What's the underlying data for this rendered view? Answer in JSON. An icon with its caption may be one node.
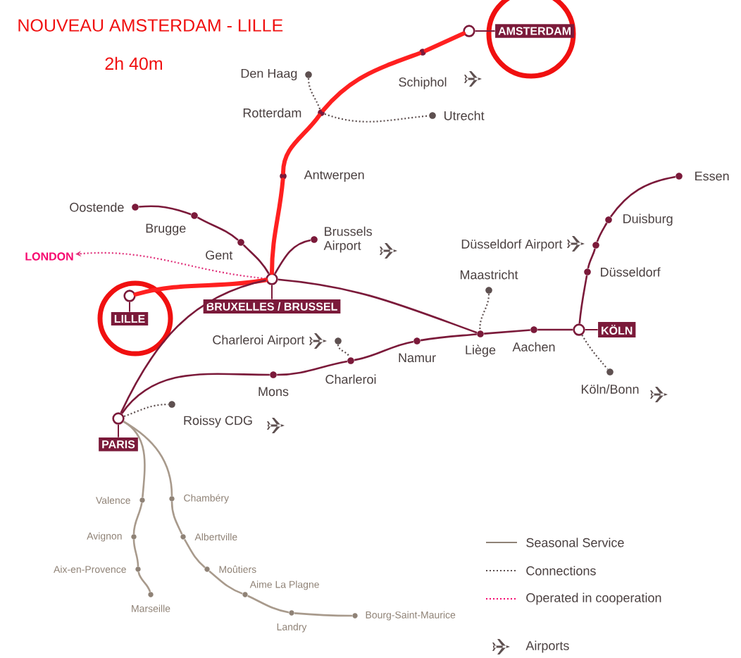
{
  "diagram": {
    "title": "NOUVEAU AMSTERDAM - LILLE",
    "nodes": [
      {
        "text": [
          "AMSTERDAM"
        ]
      },
      {
        "text": [
          "Schiphol"
        ]
      },
      {
        "text": [
          "Den Haag"
        ]
      },
      {
        "text": [
          "Rotterdam"
        ]
      },
      {
        "text": [
          "Utrecht"
        ]
      },
      {
        "text": [
          "Antwerpen"
        ]
      },
      {
        "text": [
          "Oostende"
        ]
      },
      {
        "text": [
          "Brugge"
        ]
      },
      {
        "text": [
          "Gent"
        ]
      },
      {
        "text": [
          "Brussels Airport"
        ]
      },
      {
        "text": [
          "BRUXELLES / BRUSSEL"
        ]
      },
      {
        "text": [
          "LONDON"
        ]
      },
      {
        "text": [
          "LILLE"
        ]
      },
      {
        "text": [
          "PARIS"
        ]
      },
      {
        "text": [
          "Roissy CDG"
        ]
      },
      {
        "text": [
          "Charleroi Airport"
        ]
      },
      {
        "text": [
          "Mons"
        ]
      },
      {
        "text": [
          "Charleroi"
        ]
      },
      {
        "text": [
          "Namur"
        ]
      },
      {
        "text": [
          "Liège"
        ]
      },
      {
        "text": [
          "Maastricht"
        ]
      },
      {
        "text": [
          "Aachen"
        ]
      },
      {
        "text": [
          "KÖLN"
        ]
      },
      {
        "text": [
          "Köln/Bonn"
        ]
      },
      {
        "text": [
          "Düsseldorf"
        ]
      },
      {
        "text": [
          "Düsseldorf Airport"
        ]
      },
      {
        "text": [
          "Duisburg"
        ]
      },
      {
        "text": [
          "Essen"
        ]
      },
      {
        "text": [
          "Valence"
        ]
      },
      {
        "text": [
          "Chambéry"
        ]
      },
      {
        "text": [
          "Avignon"
        ]
      },
      {
        "text": [
          "Albertville"
        ]
      },
      {
        "text": [
          "Aix-en-Provence"
        ]
      },
      {
        "text": [
          "Moûtiers"
        ]
      },
      {
        "text": [
          "Marseille"
        ]
      },
      {
        "text": [
          "Aime La Plagne"
        ]
      },
      {
        "text": [
          "Landry"
        ]
      },
      {
        "text": [
          "Bourg-Saint-Maurice"
        ]
      }
    ],
    "edges": [
      {
        "from": 0,
        "to": 1,
        "arrow": "none",
        "style": "thick",
        "color": "#ff2020"
      },
      {
        "from": 1,
        "to": 3,
        "arrow": "none",
        "style": "thick",
        "color": "#ff2020"
      },
      {
        "from": 3,
        "to": 5,
        "arrow": "none",
        "style": "thick",
        "color": "#ff2020"
      },
      {
        "from": 5,
        "to": 10,
        "arrow": "none",
        "style": "thick",
        "color": "#ff2020"
      },
      {
        "from": 2,
        "to": 3,
        "arrow": "none",
        "style": "dashed",
        "color": "#5e5050"
      },
      {
        "from": 3,
        "to": 4,
        "arrow": "none",
        "style": "dashed",
        "color": "#5e5050"
      },
      {
        "from": 6,
        "to": 7,
        "arrow": "none"
      },
      {
        "from": 7,
        "to": 8,
        "arrow": "none"
      },
      {
        "from": 8,
        "to": 10,
        "arrow": "none"
      },
      {
        "from": 10,
        "to": 9,
        "arrow": "none"
      },
      {
        "from": 10,
        "to": 11,
        "arrow": "to",
        "style": "dashed",
        "color": "#e0307a"
      },
      {
        "from": 10,
        "to": 12,
        "arrow": "none",
        "style": "thick",
        "color": "#ff2020"
      },
      {
        "from": 10,
        "to": 13,
        "arrow": "none"
      },
      {
        "from": 13,
        "to": 14,
        "arrow": "none",
        "style": "dashed",
        "color": "#5e5050"
      },
      {
        "from": 13,
        "to": 16,
        "arrow": "none"
      },
      {
        "from": 16,
        "to": 17,
        "arrow": "none"
      },
      {
        "from": 17,
        "to": 18,
        "arrow": "none"
      },
      {
        "from": 18,
        "to": 19,
        "arrow": "none"
      },
      {
        "from": 15,
        "to": 17,
        "arrow": "none",
        "style": "dashed",
        "color": "#5e5050"
      },
      {
        "from": 10,
        "to": 19,
        "arrow": "none"
      },
      {
        "from": 20,
        "to": 19,
        "arrow": "none",
        "style": "dashed",
        "color": "#5e5050"
      },
      {
        "from": 19,
        "to": 21,
        "arrow": "none"
      },
      {
        "from": 21,
        "to": 22,
        "arrow": "none"
      },
      {
        "from": 22,
        "to": 23,
        "arrow": "none",
        "style": "dashed",
        "color": "#5e5050"
      },
      {
        "from": 22,
        "to": 24,
        "arrow": "none"
      },
      {
        "from": 24,
        "to": 25,
        "arrow": "none"
      },
      {
        "from": 25,
        "to": 26,
        "arrow": "none"
      },
      {
        "from": 26,
        "to": 27,
        "arrow": "none"
      },
      {
        "from": 13,
        "to": 28,
        "arrow": "none",
        "color": "#a89a8c"
      },
      {
        "from": 13,
        "to": 29,
        "arrow": "none",
        "color": "#a89a8c"
      },
      {
        "from": 28,
        "to": 30,
        "arrow": "none",
        "color": "#a89a8c"
      },
      {
        "from": 30,
        "to": 32,
        "arrow": "none",
        "color": "#a89a8c"
      },
      {
        "from": 32,
        "to": 34,
        "arrow": "none",
        "color": "#a89a8c"
      },
      {
        "from": 29,
        "to": 31,
        "arrow": "none",
        "color": "#a89a8c"
      },
      {
        "from": 31,
        "to": 33,
        "arrow": "none",
        "color": "#a89a8c"
      },
      {
        "from": 33,
        "to": 35,
        "arrow": "none",
        "color": "#a89a8c"
      },
      {
        "from": 35,
        "to": 36,
        "arrow": "none",
        "color": "#a89a8c"
      },
      {
        "from": 36,
        "to": 37,
        "arrow": "none",
        "color": "#a89a8c"
      }
    ],
    "labels": [
      "2h 40m"
    ],
    "legend": [
      {
        "text": "Seasonal Service"
      },
      {
        "text": "Connections"
      },
      {
        "text": "Operated in cooperation"
      },
      {
        "text": "Airports"
      }
    ]
  }
}
